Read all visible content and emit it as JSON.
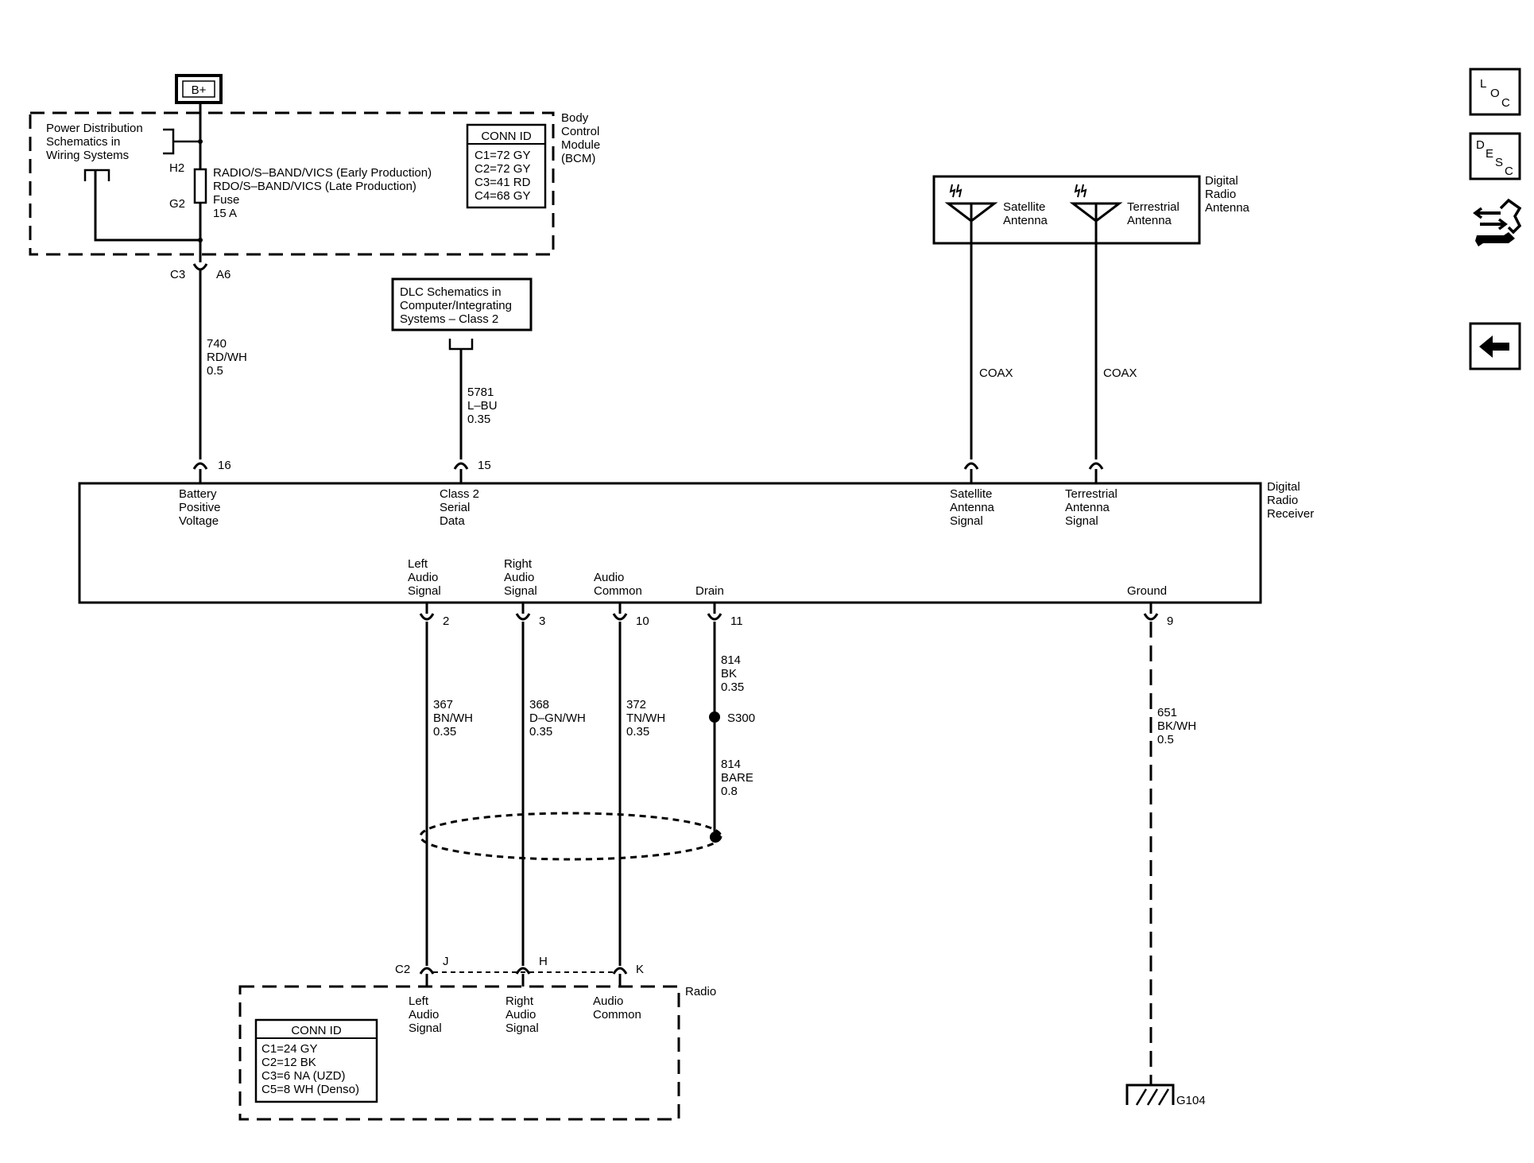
{
  "bplus": "B+",
  "bcm": {
    "name": [
      "Body",
      "Control",
      "Module",
      "(BCM)"
    ],
    "pds_ref": [
      "Power Distribution",
      "Schematics in",
      "Wiring Systems"
    ],
    "pin_top": "H2",
    "pin_bottom": "G2",
    "fuse": [
      "RADIO/S–BAND/VICS (Early Production)",
      "RDO/S–BAND/VICS (Late Production)",
      "Fuse",
      "15 A"
    ],
    "conn_title": "CONN ID",
    "conn": [
      "C1=72 GY",
      "C2=72 GY",
      "C3=41 RD",
      "C4=68 GY"
    ],
    "connector": "C3",
    "pin": "A6"
  },
  "dlc": [
    "DLC Schematics in",
    "Computer/Integrating",
    "Systems – Class 2"
  ],
  "antenna": {
    "name": [
      "Digital",
      "Radio",
      "Antenna"
    ],
    "satellite": [
      "Satellite",
      "Antenna"
    ],
    "terrestrial": [
      "Terrestrial",
      "Antenna"
    ],
    "coax_sat": "COAX",
    "coax_ter": "COAX"
  },
  "wires": {
    "w740": [
      "740",
      "RD/WH",
      "0.5"
    ],
    "w5781": [
      "5781",
      "L–BU",
      "0.35"
    ],
    "w367": [
      "367",
      "BN/WH",
      "0.35"
    ],
    "w368": [
      "368",
      "D–GN/WH",
      "0.35"
    ],
    "w372": [
      "372",
      "TN/WH",
      "0.35"
    ],
    "w814a": [
      "814",
      "BK",
      "0.35"
    ],
    "w814b": [
      "814",
      "BARE",
      "0.8"
    ],
    "w651": [
      "651",
      "BK/WH",
      "0.5"
    ]
  },
  "splice": "S300",
  "receiver": {
    "name": [
      "Digital",
      "Radio",
      "Receiver"
    ],
    "top_pins": [
      {
        "pin": "16",
        "label": [
          "Battery",
          "Positive",
          "Voltage"
        ]
      },
      {
        "pin": "15",
        "label": [
          "Class 2",
          "Serial",
          "Data"
        ]
      },
      {
        "pin": "",
        "label": [
          "Satellite",
          "Antenna",
          "Signal"
        ]
      },
      {
        "pin": "",
        "label": [
          "Terrestrial",
          "Antenna",
          "Signal"
        ]
      }
    ],
    "bottom_pins": [
      {
        "pin": "2",
        "label": [
          "Left",
          "Audio",
          "Signal"
        ]
      },
      {
        "pin": "3",
        "label": [
          "Right",
          "Audio",
          "Signal"
        ]
      },
      {
        "pin": "10",
        "label": [
          "Audio",
          "Common"
        ]
      },
      {
        "pin": "11",
        "label": [
          "Drain"
        ]
      },
      {
        "pin": "9",
        "label": [
          "Ground"
        ]
      }
    ]
  },
  "radio": {
    "name": "Radio",
    "connector": "C2",
    "pins": [
      {
        "pin": "J",
        "label": [
          "Left",
          "Audio",
          "Signal"
        ]
      },
      {
        "pin": "H",
        "label": [
          "Right",
          "Audio",
          "Signal"
        ]
      },
      {
        "pin": "K",
        "label": [
          "Audio",
          "Common"
        ]
      }
    ],
    "conn_title": "CONN ID",
    "conn": [
      "C1=24 GY",
      "C2=12 BK",
      "C3=6 NA (UZD)",
      "C5=8 WH (Denso)"
    ]
  },
  "ground": "G104",
  "nav": {
    "loc": [
      "L",
      "O",
      "C"
    ],
    "desc": [
      "D",
      "E",
      "S",
      "C"
    ]
  }
}
